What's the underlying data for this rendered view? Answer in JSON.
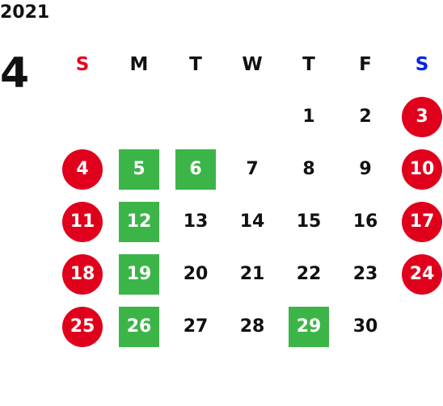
{
  "year": "2021",
  "month": "4",
  "colors": {
    "sunday_label": "#e8001c",
    "saturday_label": "#0026e6",
    "weekday_label": "#111111",
    "holiday_circle": "#e0001c",
    "closed_square": "#3cb548",
    "text_on_fill": "#ffffff",
    "plain_text": "#111111"
  },
  "weekdays": [
    {
      "label": "S",
      "kind": "sun"
    },
    {
      "label": "M",
      "kind": "weekday"
    },
    {
      "label": "T",
      "kind": "weekday"
    },
    {
      "label": "W",
      "kind": "weekday"
    },
    {
      "label": "T",
      "kind": "weekday"
    },
    {
      "label": "F",
      "kind": "weekday"
    },
    {
      "label": "S",
      "kind": "sat"
    }
  ],
  "weeks": [
    [
      {
        "day": "",
        "mark": "none"
      },
      {
        "day": "",
        "mark": "none"
      },
      {
        "day": "",
        "mark": "none"
      },
      {
        "day": "",
        "mark": "none"
      },
      {
        "day": "1",
        "mark": "none"
      },
      {
        "day": "2",
        "mark": "none"
      },
      {
        "day": "3",
        "mark": "circle"
      }
    ],
    [
      {
        "day": "4",
        "mark": "circle"
      },
      {
        "day": "5",
        "mark": "square"
      },
      {
        "day": "6",
        "mark": "square"
      },
      {
        "day": "7",
        "mark": "none"
      },
      {
        "day": "8",
        "mark": "none"
      },
      {
        "day": "9",
        "mark": "none"
      },
      {
        "day": "10",
        "mark": "circle"
      }
    ],
    [
      {
        "day": "11",
        "mark": "circle"
      },
      {
        "day": "12",
        "mark": "square"
      },
      {
        "day": "13",
        "mark": "none"
      },
      {
        "day": "14",
        "mark": "none"
      },
      {
        "day": "15",
        "mark": "none"
      },
      {
        "day": "16",
        "mark": "none"
      },
      {
        "day": "17",
        "mark": "circle"
      }
    ],
    [
      {
        "day": "18",
        "mark": "circle"
      },
      {
        "day": "19",
        "mark": "square"
      },
      {
        "day": "20",
        "mark": "none"
      },
      {
        "day": "21",
        "mark": "none"
      },
      {
        "day": "22",
        "mark": "none"
      },
      {
        "day": "23",
        "mark": "none"
      },
      {
        "day": "24",
        "mark": "circle"
      }
    ],
    [
      {
        "day": "25",
        "mark": "circle"
      },
      {
        "day": "26",
        "mark": "square"
      },
      {
        "day": "27",
        "mark": "none"
      },
      {
        "day": "28",
        "mark": "none"
      },
      {
        "day": "29",
        "mark": "square"
      },
      {
        "day": "30",
        "mark": "none"
      },
      {
        "day": "",
        "mark": "none"
      }
    ]
  ]
}
